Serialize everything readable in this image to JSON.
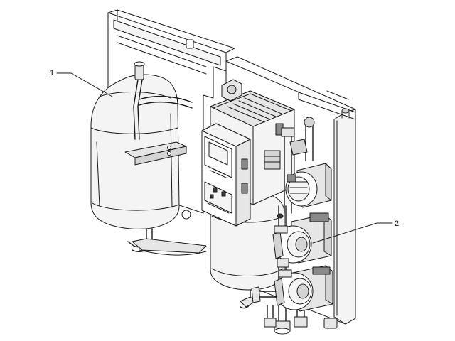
{
  "callouts": [
    {
      "label": "1",
      "target": "expansion-vessel"
    },
    {
      "label": "2",
      "target": "circulation-pump"
    }
  ]
}
